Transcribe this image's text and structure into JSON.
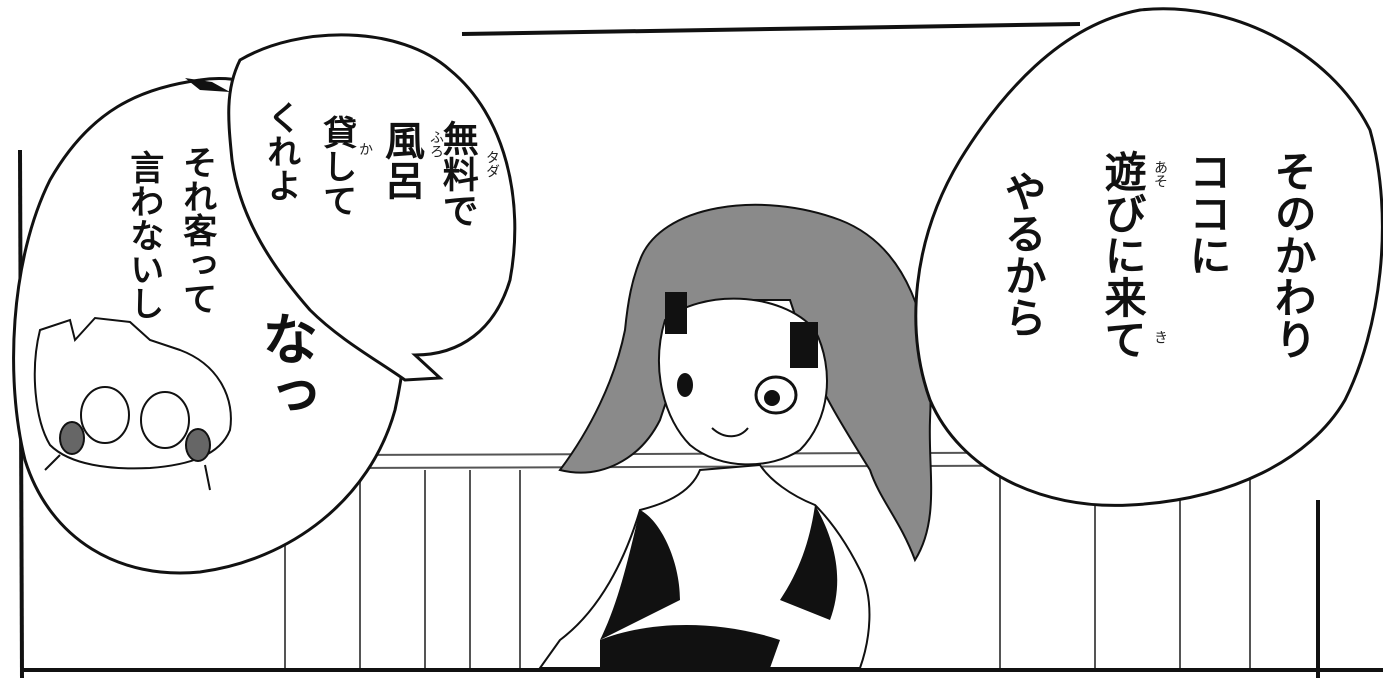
{
  "bubble_right": {
    "lines": [
      "そのかわり",
      "ココに",
      "遊びに来て",
      "やるから"
    ],
    "ruby_asobi": "あそ",
    "ruby_ki": "き"
  },
  "bubble_middle": {
    "lines": [
      "無料で",
      "風呂",
      "貸して",
      "くれよ"
    ],
    "ruby_tada": "タダ",
    "ruby_furo": "ふろ",
    "ruby_ka": "か"
  },
  "bubble_left": {
    "lines": [
      "それ客って",
      "言わないし"
    ],
    "sfx": "なっ"
  },
  "colors": {
    "ink": "#111111",
    "hair_gray": "#8a8a8a",
    "paper": "#ffffff"
  }
}
